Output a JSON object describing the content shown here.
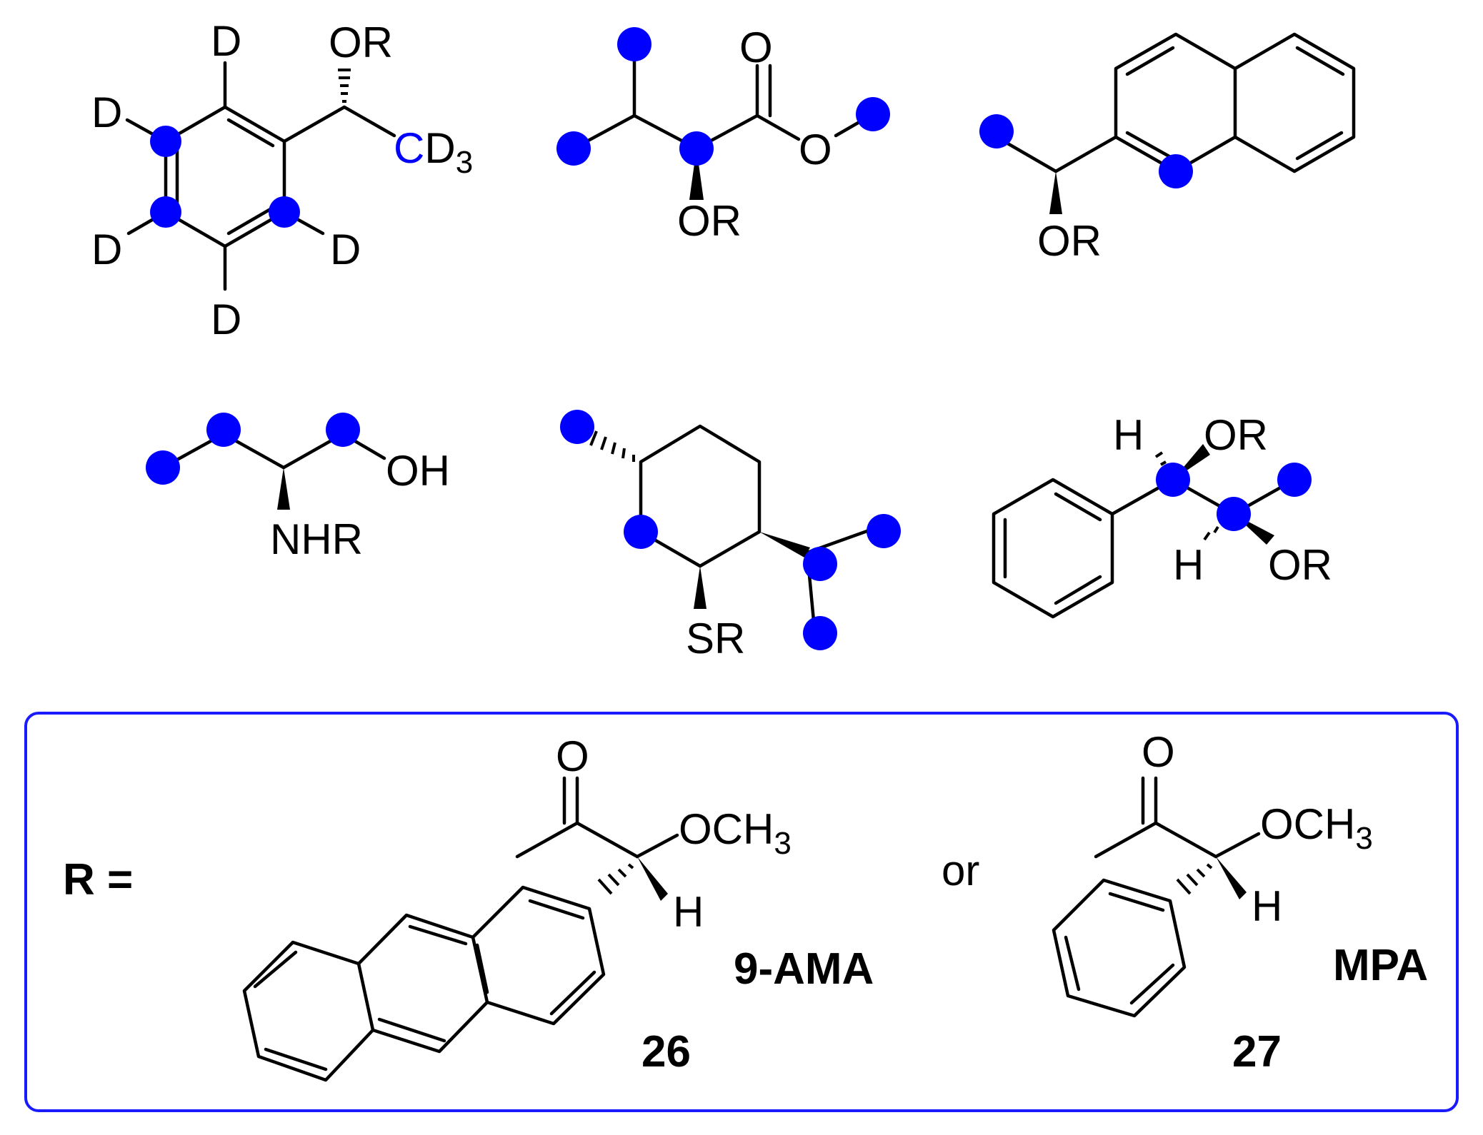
{
  "colors": {
    "highlight": "#0000ff",
    "bond": "#000000",
    "box_border": "#1a1aff"
  },
  "icons": {
    "highlight_marker": "blue-dot-icon"
  },
  "molecule1": {
    "d_top": "D",
    "d_left": "D",
    "d_lower_left": "D",
    "d_right": "D",
    "d_bottom": "D",
    "or": "OR",
    "methyl_c": "C",
    "methyl_d": "D",
    "methyl_sub": "3"
  },
  "molecule2": {
    "carbonyl_o": "O",
    "ester_o": "O",
    "or": "OR"
  },
  "molecule3": {
    "or": "OR"
  },
  "molecule4": {
    "oh": "OH",
    "nhr": "NHR"
  },
  "molecule5": {
    "sr": "SR"
  },
  "molecule6": {
    "h1": "H",
    "or1": "OR",
    "h2": "H",
    "or2": "OR"
  },
  "legend": {
    "r_equals": "R =",
    "or_word": "or",
    "reagent1": {
      "carbonyl_o": "O",
      "methoxy": "OCH",
      "methoxy_sub": "3",
      "h": "H",
      "name": "9-AMA",
      "number": "26"
    },
    "reagent2": {
      "carbonyl_o": "O",
      "methoxy": "OCH",
      "methoxy_sub": "3",
      "h": "H",
      "name": "MPA",
      "number": "27"
    }
  }
}
